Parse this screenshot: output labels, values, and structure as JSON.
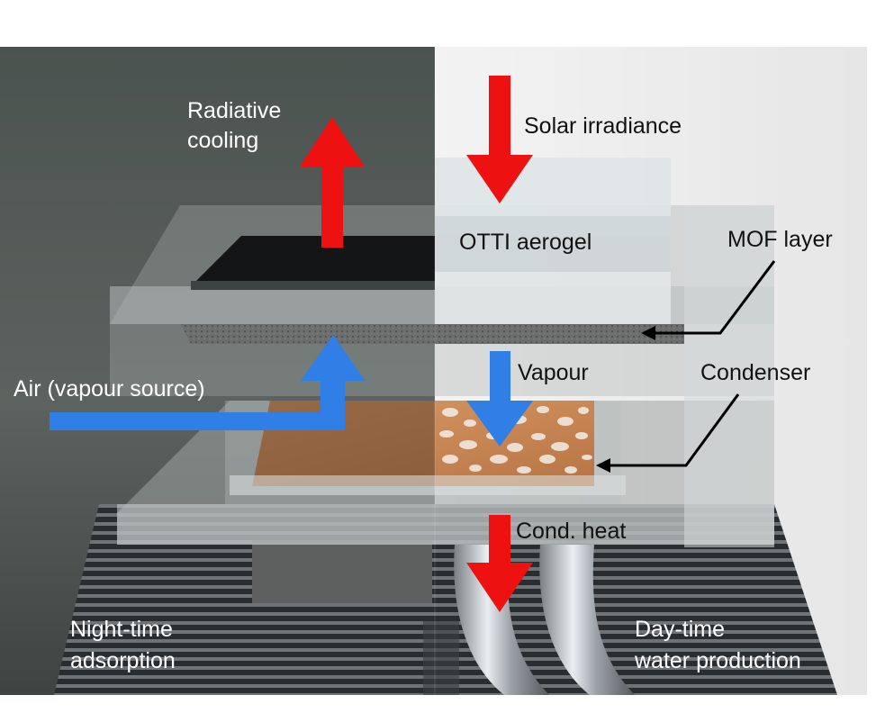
{
  "labels": {
    "radiative_cooling_line1": "Radiative",
    "radiative_cooling_line2": "cooling",
    "solar_irradiance": "Solar irradiance",
    "otti_aerogel": "OTTI aerogel",
    "mof_layer": "MOF layer",
    "air_vapour_source": "Air (vapour source)",
    "vapour": "Vapour",
    "condenser": "Condenser",
    "cond_heat": "Cond. heat",
    "night_line1": "Night-time",
    "night_line2": "adsorption",
    "day_line1": "Day-time",
    "day_line2": "water production"
  },
  "colors": {
    "night_background": "#545a56",
    "day_background": "#eeeeee",
    "heat_arrow": "#ee1111",
    "vapour_arrow": "#2f7fe6",
    "pointer_arrow": "#000000",
    "copper_condenser": "#c98a55"
  },
  "icons": {
    "radiative_cooling": "up-arrow-icon",
    "solar_irradiance": "down-arrow-icon",
    "air_flow": "bent-arrow-icon",
    "vapour": "down-arrow-icon",
    "cond_heat": "down-arrow-icon"
  }
}
